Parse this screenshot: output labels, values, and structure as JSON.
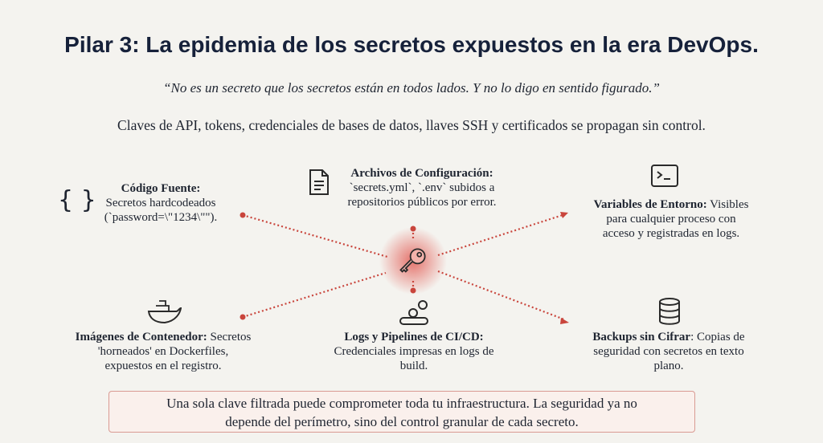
{
  "title": "Pilar 3: La epidemia de los secretos expuestos en la era DevOps.",
  "quote": "“No es un secreto que los secretos están en todos lados. Y no lo digo en sentido figurado.”",
  "subtitle": "Claves de API, tokens, credenciales de bases de datos, llaves SSH y certificados se propagan sin control.",
  "nodes": {
    "codigo": {
      "head": "Código Fuente:",
      "l1": "Secretos hardcodeados",
      "l2": "(`password=\\\"1234\\\"\")."
    },
    "archivos": {
      "head": "Archivos de Configuración:",
      "l1": "`secrets.yml`, `.env` subidos a",
      "l2": "repositorios públicos por error."
    },
    "variables": {
      "head": "Variables de Entorno:",
      "l1rest": " Visibles",
      "l2": "para cualquier proceso con",
      "l3": "acceso y registradas en logs."
    },
    "imagenes": {
      "head": "Imágenes de Contenedor:",
      "l1rest": " Secretos",
      "l2": "'horneados' en Dockerfiles,",
      "l3": "expuestos en el registro."
    },
    "logs": {
      "head": "Logs y Pipelines de CI/CD:",
      "l2": "Credenciales impresas en logs de",
      "l3": "build."
    },
    "backups": {
      "head": "Backups sin Cifrar",
      "l1rest": ": Copias de",
      "l2": "seguridad con secretos en texto",
      "l3": "plano."
    }
  },
  "callout": {
    "l1": "Una sola clave filtrada puede comprometer toda tu infraestructura. La seguridad ya no",
    "l2": "depende del perímetro, sino del control granular de cada secreto."
  },
  "colors": {
    "accent": "#c9453c",
    "background": "#f4f3ef"
  }
}
